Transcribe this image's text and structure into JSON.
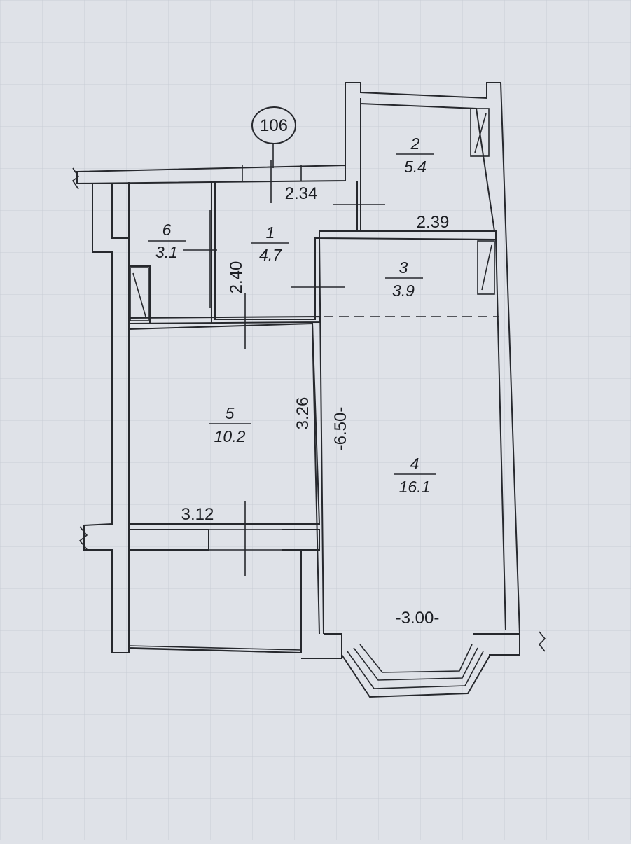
{
  "plan": {
    "apartment_no": "106",
    "rooms": [
      {
        "id": "room-1",
        "number": "1",
        "area": "4.7"
      },
      {
        "id": "room-2",
        "number": "2",
        "area": "5.4"
      },
      {
        "id": "room-3",
        "number": "3",
        "area": "3.9"
      },
      {
        "id": "room-4",
        "number": "4",
        "area": "16.1"
      },
      {
        "id": "room-5",
        "number": "5",
        "area": "10.2"
      },
      {
        "id": "room-6",
        "number": "6",
        "area": "3.1"
      }
    ],
    "dimensions": {
      "d_2_34": "2.34",
      "d_2_39": "2.39",
      "d_2_40": "2.40",
      "d_3_26": "3.26",
      "d_6_50": "-6.50-",
      "d_3_12": "3.12",
      "d_3_00": "-3.00-"
    }
  },
  "colors": {
    "paper": "#dfe2e8",
    "grid": "#c9cdd6",
    "ink": "#26282d"
  }
}
